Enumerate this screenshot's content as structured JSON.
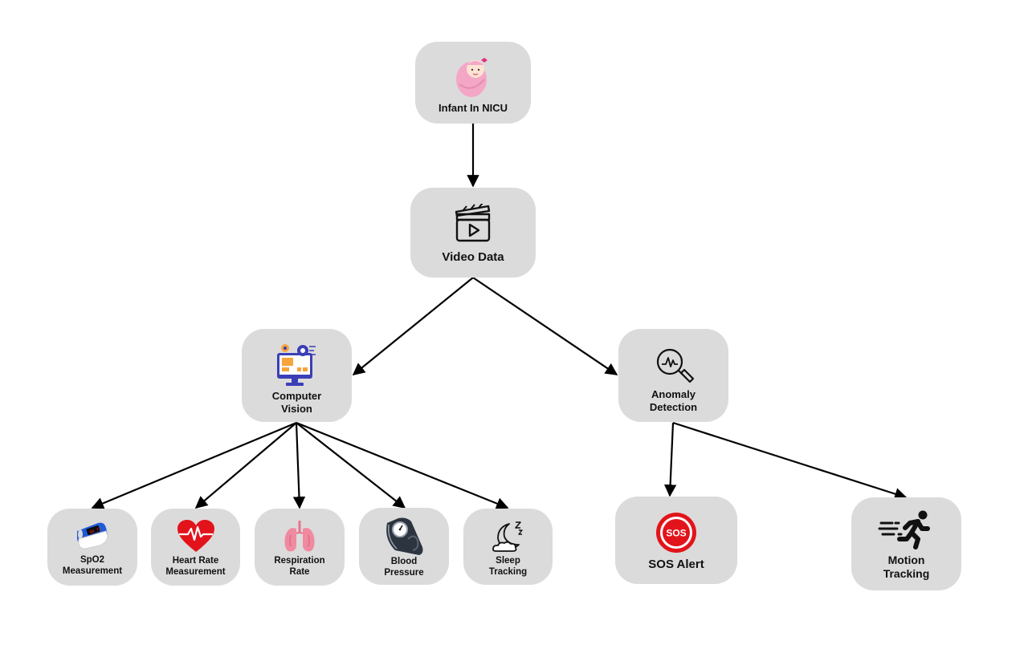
{
  "nodes": {
    "infant": {
      "label": "Infant In NICU",
      "icon": "baby-icon"
    },
    "video": {
      "label": "Video Data",
      "icon": "clapperboard-icon"
    },
    "vision": {
      "label": "Computer\nVision",
      "icon": "computer-vision-icon"
    },
    "anomaly": {
      "label": "Anomaly\nDetection",
      "icon": "magnifier-chart-icon"
    },
    "spo2": {
      "label": "SpO2\nMeasurement",
      "icon": "pulse-oximeter-icon"
    },
    "heart": {
      "label": "Heart Rate\nMeasurement",
      "icon": "heart-icon"
    },
    "resp": {
      "label": "Respiration\nRate",
      "icon": "lungs-icon"
    },
    "bp": {
      "label": "Blood\nPressure",
      "icon": "blood-pressure-cuff-icon"
    },
    "sleep": {
      "label": "Sleep\nTracking",
      "icon": "moon-icon"
    },
    "sos": {
      "label": "SOS Alert",
      "icon": "sos-button-icon",
      "badge": "SOS"
    },
    "motion": {
      "label": "Motion\nTracking",
      "icon": "running-person-icon"
    }
  },
  "colors": {
    "node_fill": "#dcdbdb",
    "arrow": "#000000",
    "heart": "#e3131b",
    "lungs": "#f08aa0",
    "sos_red": "#e2141b",
    "baby_pink": "#f4a6c6"
  }
}
